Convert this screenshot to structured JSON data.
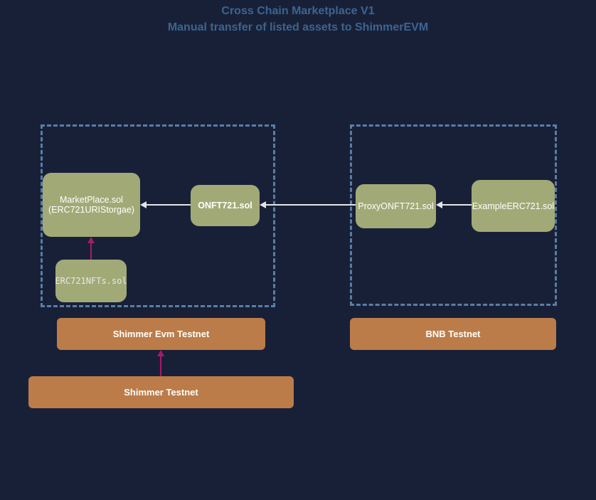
{
  "title": {
    "line1": "Cross Chain Marketplace V1",
    "line2": "Manual transfer of listed assets to ShimmerEVM"
  },
  "nodes": {
    "marketplace": {
      "label": "MarketPlace.sol\n(ERC721URIStorgae)"
    },
    "onft": {
      "label": "ONFT721.sol"
    },
    "erc721nfts": {
      "label": "ERC721NFTs.sol"
    },
    "proxyonft": {
      "label": "ProxyONFT721.sol"
    },
    "example_erc721": {
      "label": "ExampleERC721.sol"
    }
  },
  "chains": {
    "shimmer_evm": {
      "label": "Shimmer Evm Testnet"
    },
    "bnb": {
      "label": "BNB Testnet"
    },
    "shimmer": {
      "label": "Shimmer Testnet"
    }
  },
  "edges": [
    {
      "from": "ONFT721.sol",
      "to": "MarketPlace.sol (ERC721URIStorgae)",
      "color": "#e6e6e6"
    },
    {
      "from": "ProxyONFT721.sol",
      "to": "ONFT721.sol",
      "color": "#e6e6e6"
    },
    {
      "from": "ExampleERC721.sol",
      "to": "ProxyONFT721.sol",
      "color": "#e6e6e6"
    },
    {
      "from": "ERC721NFTs.sol",
      "to": "MarketPlace.sol (ERC721URIStorgae)",
      "color": "#a81a68"
    },
    {
      "from": "Shimmer Testnet",
      "to": "Shimmer Evm Testnet",
      "color": "#a81a68"
    }
  ],
  "colors": {
    "background": "#182038",
    "node_fill": "#a1aa77",
    "chain_fill": "#bb7c49",
    "dashed_border": "#5b7da4",
    "title_text": "#3d648f",
    "arrow_white": "#e6e6e6",
    "arrow_pink": "#a81a68"
  }
}
